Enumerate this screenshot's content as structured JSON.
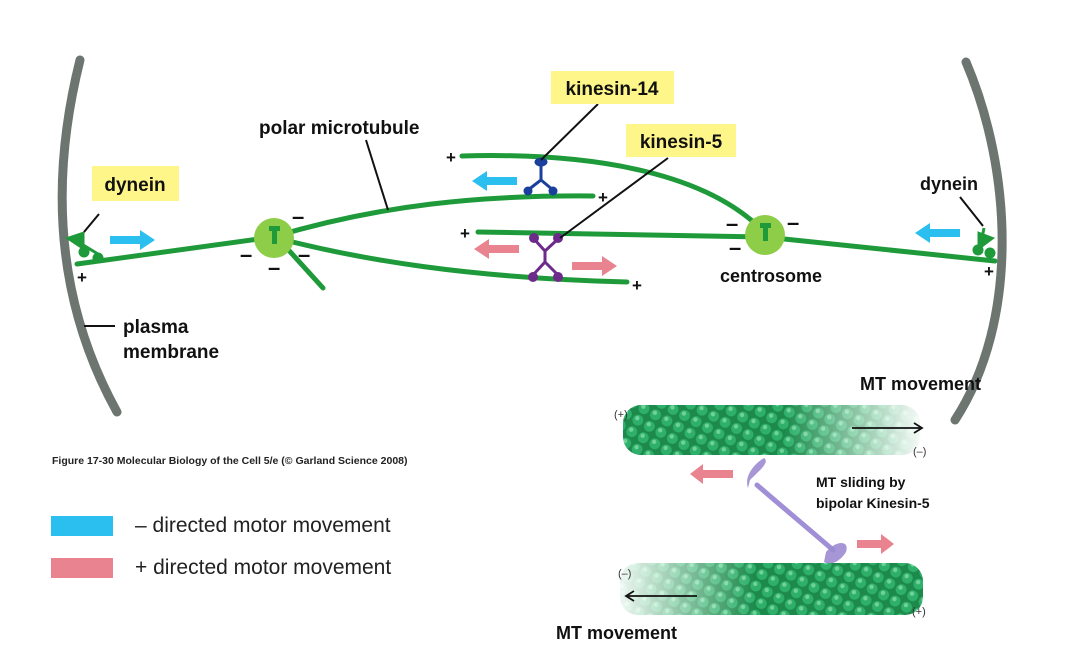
{
  "labels": {
    "kinesin14": "kinesin-14",
    "kinesin5": "kinesin-5",
    "polar_microtubule": "polar microtubule",
    "dynein_left": "dynein",
    "dynein_right": "dynein",
    "centrosome": "centrosome",
    "plasma_membrane_line1": "plasma",
    "plasma_membrane_line2": "membrane",
    "mt_movement_top": "MT movement",
    "mt_movement_bottom": "MT movement",
    "sliding_line1": "MT sliding by",
    "sliding_line2": "bipolar Kinesin-5",
    "plus": "+",
    "minus": "–",
    "plus_paren": "(+)",
    "minus_paren": "(–)"
  },
  "caption": "Figure 17-30  Molecular Biology of the Cell 5/e (© Garland Science 2008)",
  "legend": [
    {
      "label": "– directed motor movement",
      "color": "#2bbfef"
    },
    {
      "label": "+ directed motor movement",
      "color": "#e8838f"
    }
  ],
  "colors": {
    "microtubule": "#1f9a3a",
    "highlight": "#fff68a",
    "membrane": "#6d7571",
    "centrosome_fill": "#8dcd47",
    "kinesin14": "#1b3f9c",
    "kinesin5": "#6d2a8a",
    "minus_arrow": "#2bbfef",
    "plus_arrow": "#e8838f"
  }
}
